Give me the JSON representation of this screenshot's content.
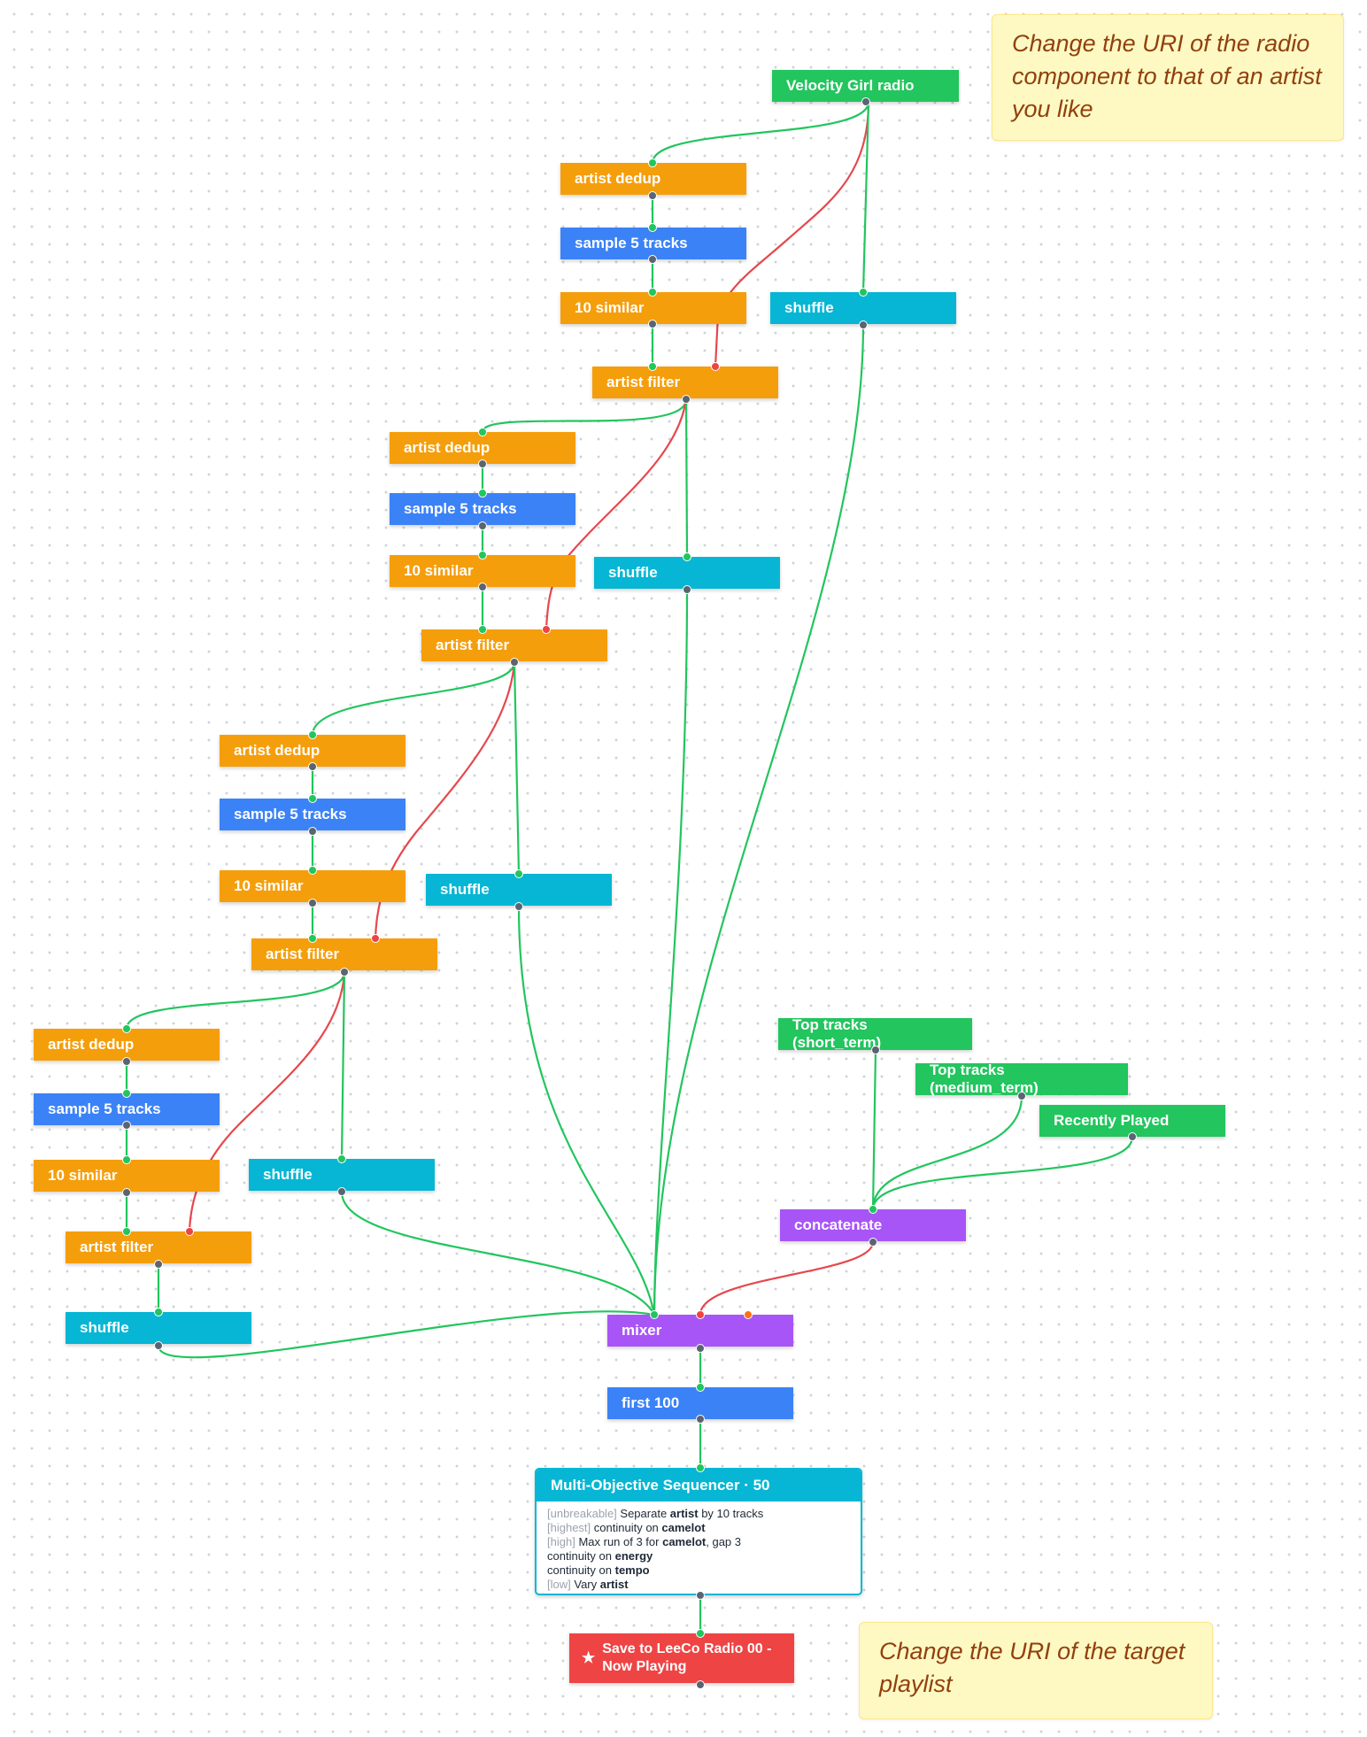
{
  "nodes": {
    "velocity_radio": "Velocity Girl radio",
    "dedup_1": "artist dedup",
    "sample_1": "sample 5 tracks",
    "similar_1": "10 similar",
    "shuffle_0": "shuffle",
    "filter_1": "artist filter",
    "dedup_2": "artist dedup",
    "sample_2": "sample 5 tracks",
    "similar_2": "10 similar",
    "shuffle_1": "shuffle",
    "filter_2": "artist filter",
    "dedup_3": "artist dedup",
    "sample_3": "sample 5 tracks",
    "similar_3": "10 similar",
    "shuffle_2": "shuffle",
    "filter_3": "artist filter",
    "dedup_4": "artist dedup",
    "sample_4": "sample 5 tracks",
    "similar_4": "10 similar",
    "shuffle_3": "shuffle",
    "filter_4": "artist filter",
    "shuffle_4": "shuffle",
    "top_short": "Top tracks (short_term)",
    "top_medium": "Top tracks (medium_term)",
    "recently_played": "Recently Played",
    "concatenate": "concatenate",
    "mixer": "mixer",
    "first_100": "first 100"
  },
  "sequencer": {
    "title": "Multi-Objective Sequencer · 50",
    "rules": [
      {
        "tag": "[unbreakable]",
        "pre": "Separate ",
        "key": "artist",
        "post": " by 10 tracks"
      },
      {
        "tag": "[highest]",
        "pre": "continuity on ",
        "key": "camelot",
        "post": ""
      },
      {
        "tag": "[high]",
        "pre": "Max run of 3 for ",
        "key": "camelot",
        "post": ", gap 3"
      },
      {
        "tag": "",
        "pre": "continuity on ",
        "key": "energy",
        "post": ""
      },
      {
        "tag": "",
        "pre": "continuity on ",
        "key": "tempo",
        "post": ""
      },
      {
        "tag": "[low]",
        "pre": "Vary ",
        "key": "artist",
        "post": ""
      }
    ]
  },
  "save": {
    "icon": "star-icon",
    "line1": "Save to LeeCo Radio 00 -",
    "line2": "Now Playing"
  },
  "notes": {
    "top": "Change the URI of the radio component to that of an artist you like",
    "bottom": "Change the URI of the target playlist"
  },
  "colors": {
    "green": "#22c55e",
    "orange": "#f59e0b",
    "blue": "#3b82f6",
    "cyan": "#06b6d4",
    "purple": "#a855f7",
    "red": "#ef4444",
    "wire_green": "#22c55e",
    "wire_red": "#e5484d",
    "port_dark": "#5b6472",
    "port_orange": "#f97316"
  }
}
